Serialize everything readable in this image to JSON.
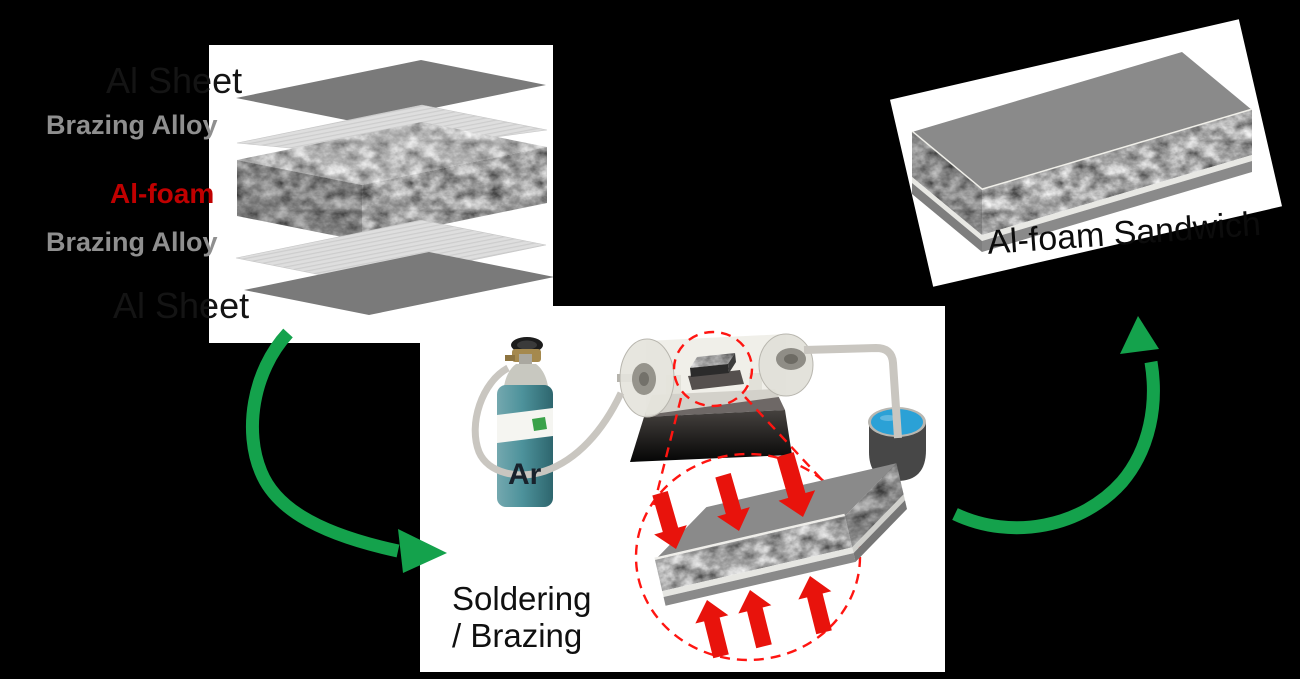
{
  "figure": {
    "background": "#000000",
    "stack_panel": {
      "labels": {
        "top_sheet": "Al Sheet",
        "brazing_top": "Brazing Alloy",
        "core": "Al-foam",
        "brazing_bottom": "Brazing Alloy",
        "bottom_sheet": "Al Sheet"
      }
    },
    "process_panel": {
      "gas_label": "Ar",
      "step_line1": "Soldering",
      "step_line2": "/ Brazing"
    },
    "result_panel": {
      "caption": "Al-foam Sandwich"
    },
    "colors": {
      "arrow_green": "#14a24c",
      "pressure_arrow_red": "#e8130c",
      "dashed_circle_red": "#ff1511",
      "label_gray": "#8f8f8f",
      "core_label_red": "#c00000",
      "sheet_gray": "#7a7a7a",
      "brazing_sheet_gray": "#dcdcdc",
      "cylinder_teal": "#4d929b",
      "water_blue": "#2ba1d6"
    }
  }
}
